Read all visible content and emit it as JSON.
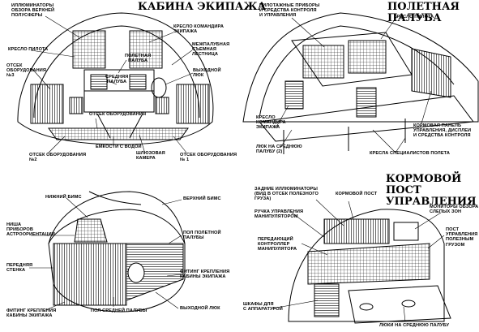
{
  "panels": {
    "crew_cabin": {
      "title": "КАБИНА ЭКИПАЖА",
      "labels": {
        "illuminators": "ИЛЛЮМИНАТОРЫ\nОБЗОРА ВЕРХНЕЙ\nПОЛУСФЕРЫ",
        "pilot_seat": "КРЕСЛО ПИЛОТА",
        "equipment_bay_3": "ОТСЕК\nОБОРУДОВАНИЯ\n№3",
        "commander_seat": "КРЕСЛО КОМАНДИРА\nЭКИПАЖА",
        "flight_deck": "ПОЛЕТНАЯ\nПАЛУБА",
        "middeck": "СРЕДНЯЯ\nПАЛУБА",
        "ladder": "МЕЖПАЛУБНАЯ\nСЪЕМНАЯ\nЛЕСТНИЦА",
        "hatch": "ВЫХОДНОЙ\nЛЮК",
        "equipment_bays": "ОТСЕК ОБОРУДОВАНИЯ",
        "water_tanks": "ЕМКОСТИ С ВОДОЙ",
        "airlock": "ШЛЮЗОВАЯ\nКАМЕРА",
        "equipment_bay_2": "ОТСЕК ОБОРУДОВАНИЯ\n№2",
        "equipment_bay_1": "ОТСЕК ОБОРУДОВАНИЯ\n№ 1"
      }
    },
    "flight_deck": {
      "title": "ПОЛЕТНАЯ ПАЛУБА",
      "labels": {
        "instruments": "ПИЛОТАЖНЫЕ ПРИБОРЫ\nИ СРЕДСТВА КОНТРОЛЯ\nИ УПРАВЛЕНИЯ",
        "pilot_seat": "КРЕСЛО ПИЛОТА",
        "commander_seat": "КРЕСЛО\nКОМАНДИРА\nЭКИПАЖА",
        "aft_panel": "КОРМОВАЯ ПАНЕЛЬ\nУПРАВЛЕНИЯ, ДИСПЛЕИ\nИ СРЕДСТВА КОНТРОЛЯ",
        "middeck_hatch": "ЛЮК НА СРЕДНЮЮ\nПАЛУБУ (2)",
        "specialist_seats": "КРЕСЛА СПЕЦИАЛИСТОВ ПОЛЕТА"
      }
    },
    "module_exterior": {
      "labels": {
        "lower_bims": "НИЖНИЙ БИМС",
        "upper_bims": "ВЕРХНИЙ БИМС",
        "astro_niche": "НИША\nПРИБОРОВ\nАСТРООРИЕНТАЦИИ",
        "front_wall": "ПЕРЕДНЯЯ\nСТЕНКА",
        "flight_deck_floor": "ПОЛ ПОЛЕТНОЙ\nПАЛУБЫ",
        "mount_right": "ФИТИНГ КРЕПЛЕНИЯ\nКАБИНЫ ЭКИПАЖА",
        "mount_left": "ФИТИНГ КРЕПЛЕНИЯ\nКАБИНЫ ЭКИПАЖА",
        "middeck_floor": "ПОЛ СРЕДНЕЙ ПАЛУБЫ",
        "exit_hatch": "ВЫХОДНОЙ ЛЮК"
      }
    },
    "aft_station": {
      "title": "КОРМОВОЙ\nПОСТ УПРАВЛЕНИЯ",
      "labels": {
        "rear_windows": "ЗАДНИЕ ИЛЛЮМИНАТОРЫ\n(ВИД В ОТСЕК ПОЛЕЗНОГО\nГРУЗА)",
        "aft_post": "КОРМОВОЙ ПОСТ",
        "manip_handle": "РУЧКА УПРАВЛЕНИЯ\nМАНИПУЛЯТОРОМ",
        "blind_monitors": "МОНИТОРЫ ОБЗОРА\nСЛЕПЫХ ЗОН",
        "manip_controller": "ПЕРЕДАЮЩИЙ\nКОНТРОЛЛЕР\nМАНИПУЛЯТОРА",
        "payload_post": "ПОСТ\nУПРАВЛЕНИЯ\nПОЛЕЗНЫМ\nГРУЗОМ",
        "cabinets": "ШКАФЫ ДЛЯ\nС АППАРАТУРОЙ",
        "middeck_hatch": "ЛЮКИ НА СРЕДНЮЮ ПАЛУБУ"
      }
    }
  }
}
